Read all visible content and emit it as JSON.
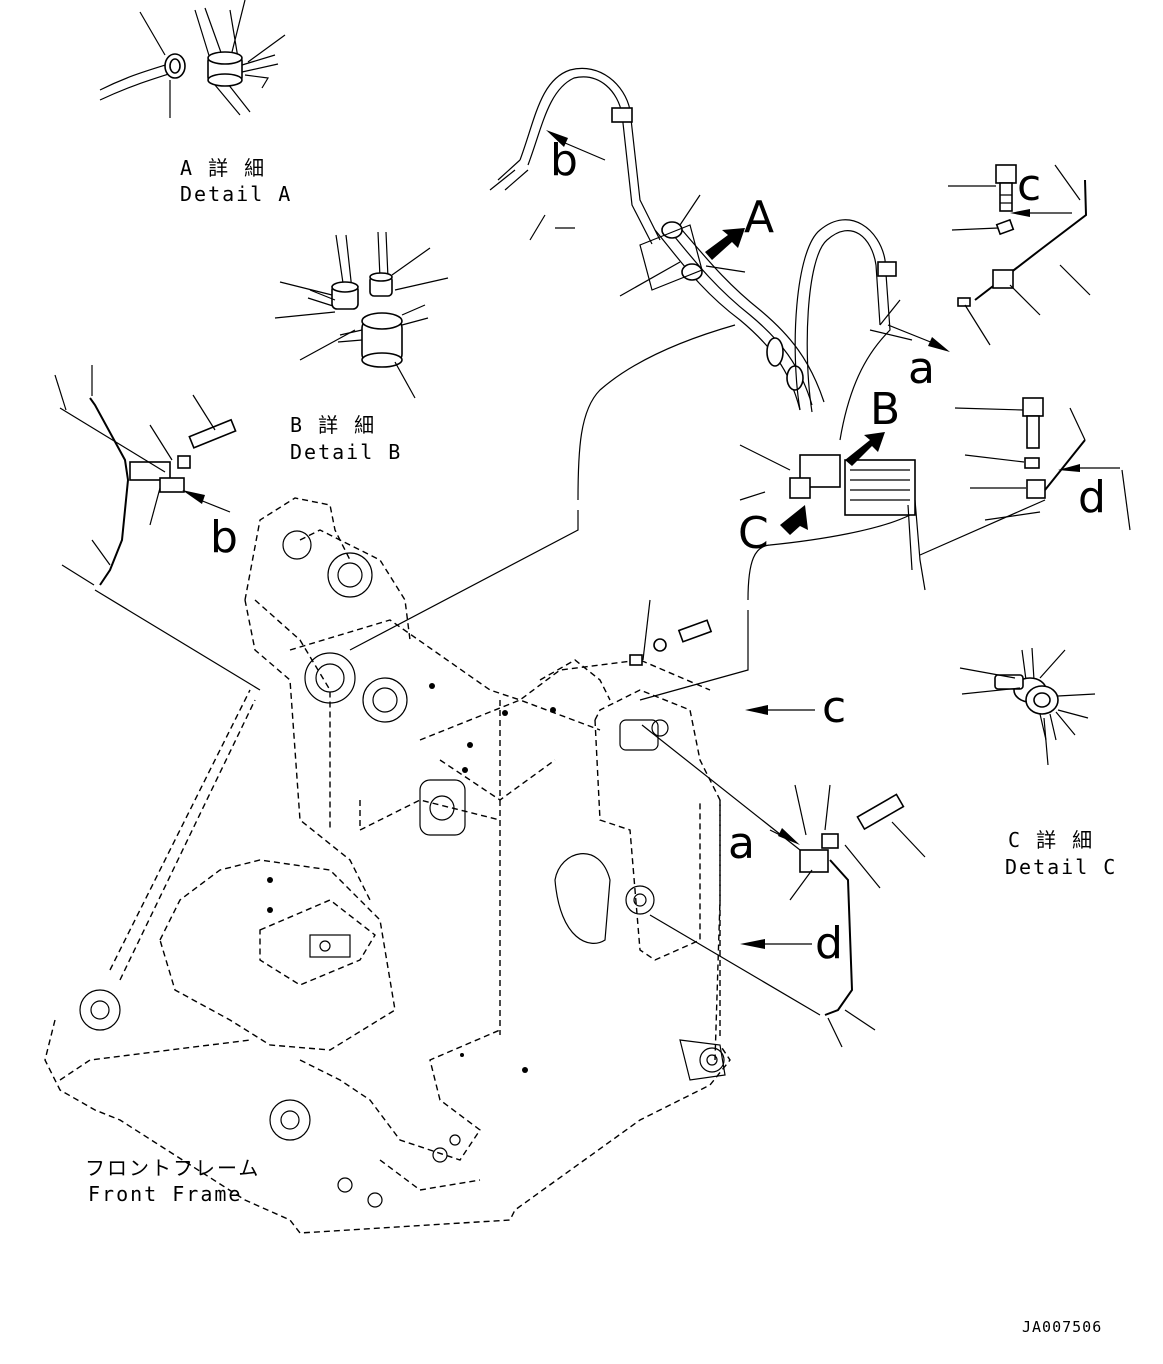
{
  "callouts": {
    "big_a": "A",
    "big_b": "B",
    "big_c": "C",
    "a_right": "a",
    "a_lower": "a",
    "b_upper": "b",
    "b_left": "b",
    "c_upper": "c",
    "c_frame": "c",
    "d_right": "d",
    "d_lower": "d"
  },
  "details": {
    "a_jp": "A 詳 細",
    "a_en": "Detail A",
    "b_jp": "B 詳 細",
    "b_en": "Detail B",
    "c_jp": "C 詳 細",
    "c_en": "Detail C"
  },
  "frame_label": {
    "jp": "フロントフレーム",
    "en": "Front Frame"
  },
  "drawing_id": "JA007506"
}
